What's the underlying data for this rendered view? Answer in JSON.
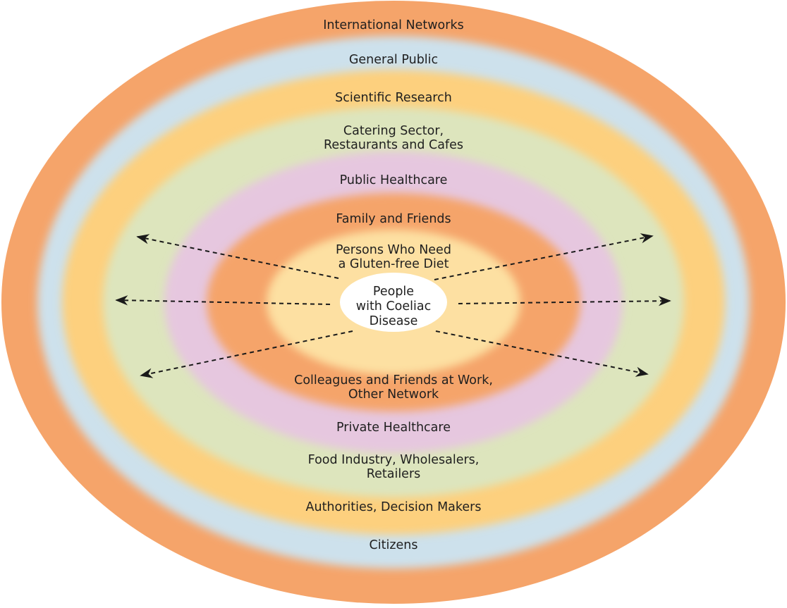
{
  "diagram": {
    "center": {
      "lines": [
        "People",
        "with Coeliac",
        "Disease"
      ],
      "color": "#ffffff"
    },
    "rings": [
      {
        "id": "international-networks",
        "top": [
          "International Networks"
        ],
        "bottom": [],
        "color": "#f5a46a"
      },
      {
        "id": "general-public",
        "top": [
          "General Public"
        ],
        "bottom": [
          "Citizens"
        ],
        "color": "#cde1ec"
      },
      {
        "id": "scientific-research",
        "top": [
          "Scientific Research"
        ],
        "bottom": [
          "Authorities, Decision Makers"
        ],
        "color": "#fdd07e"
      },
      {
        "id": "catering-sector",
        "top": [
          "Catering Sector,",
          "Restaurants and Cafes"
        ],
        "bottom": [
          "Food Industry, Wholesalers,",
          "Retailers"
        ],
        "color": "#dde5bd"
      },
      {
        "id": "public-healthcare",
        "top": [
          "Public Healthcare"
        ],
        "bottom": [
          "Private Healthcare"
        ],
        "color": "#e6c7df"
      },
      {
        "id": "family-and-friends",
        "top": [
          "Family and Friends"
        ],
        "bottom": [
          "Colleagues and Friends at Work,",
          "Other Network"
        ],
        "color": "#f5a46a"
      },
      {
        "id": "gluten-free-diet",
        "top": [
          "Persons Who Need",
          "a Gluten-free Diet"
        ],
        "bottom": [],
        "color": "#fde0a2"
      }
    ],
    "arrow_color": "#1a1a1a"
  }
}
